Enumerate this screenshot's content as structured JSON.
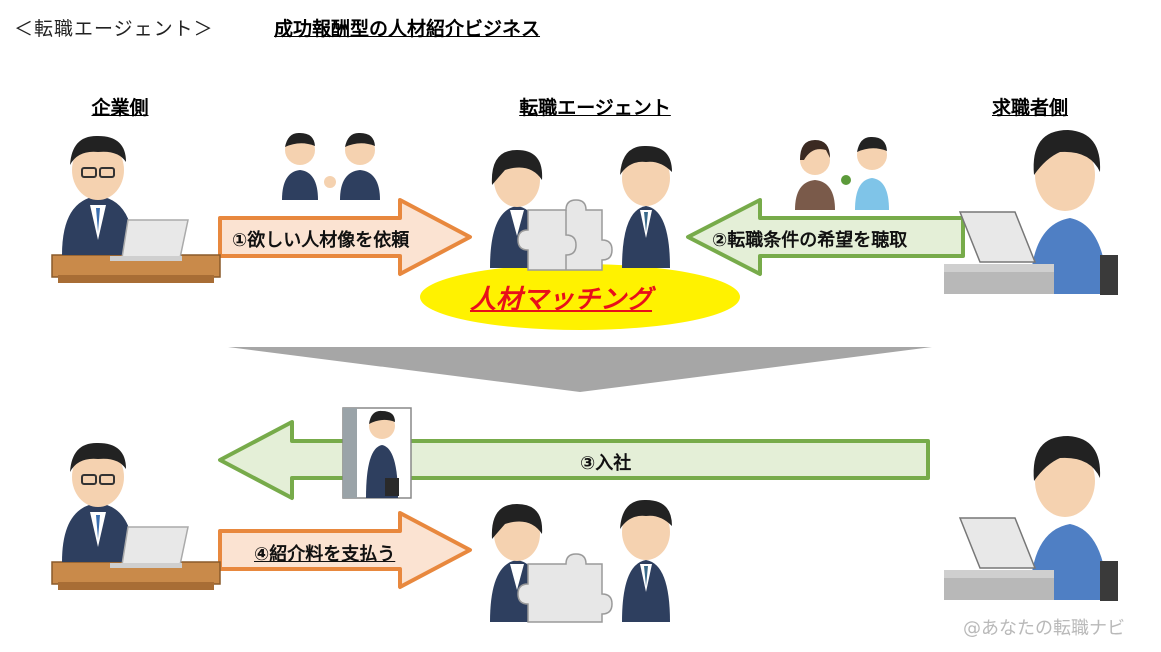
{
  "header": {
    "bracket_title": "＜転職エージェント＞",
    "main_title": "成功報酬型の人材紹介ビジネス"
  },
  "columns": {
    "company": "企業側",
    "agent": "転職エージェント",
    "jobseeker": "求職者側"
  },
  "steps": {
    "step1": "①欲しい人材像を依頼",
    "step2": "②転職条件の希望を聴取",
    "step3": "③入社",
    "step4": "④紹介料を支払う"
  },
  "matching": "人材マッチング",
  "watermark": "@あなたの転職ナビ",
  "colors": {
    "orange_arrow_fill": "#fbe3d2",
    "orange_arrow_stroke": "#e8883e",
    "green_arrow_fill": "#e4efd7",
    "green_arrow_stroke": "#77ab4a",
    "match_ellipse": "#fff200",
    "divider_gray": "#a6a6a6"
  }
}
